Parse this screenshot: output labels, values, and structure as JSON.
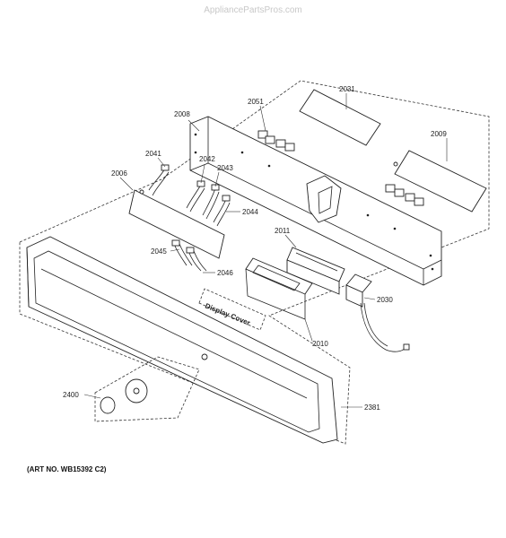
{
  "watermark": "AppliancePartsPros.com",
  "art_number": "(ART NO. WB15392 C2)",
  "display_cover_label": "Display Cover",
  "callouts": {
    "p2031": "2031",
    "p2051": "2051",
    "p2008": "2008",
    "p2009": "2009",
    "p2041": "2041",
    "p2042": "2042",
    "p2043": "2043",
    "p2006": "2006",
    "p2044": "2044",
    "p2011": "2011",
    "p2045": "2045",
    "p2046": "2046",
    "p2030": "2030",
    "p2010": "2010",
    "p2400": "2400",
    "p2381": "2381"
  }
}
